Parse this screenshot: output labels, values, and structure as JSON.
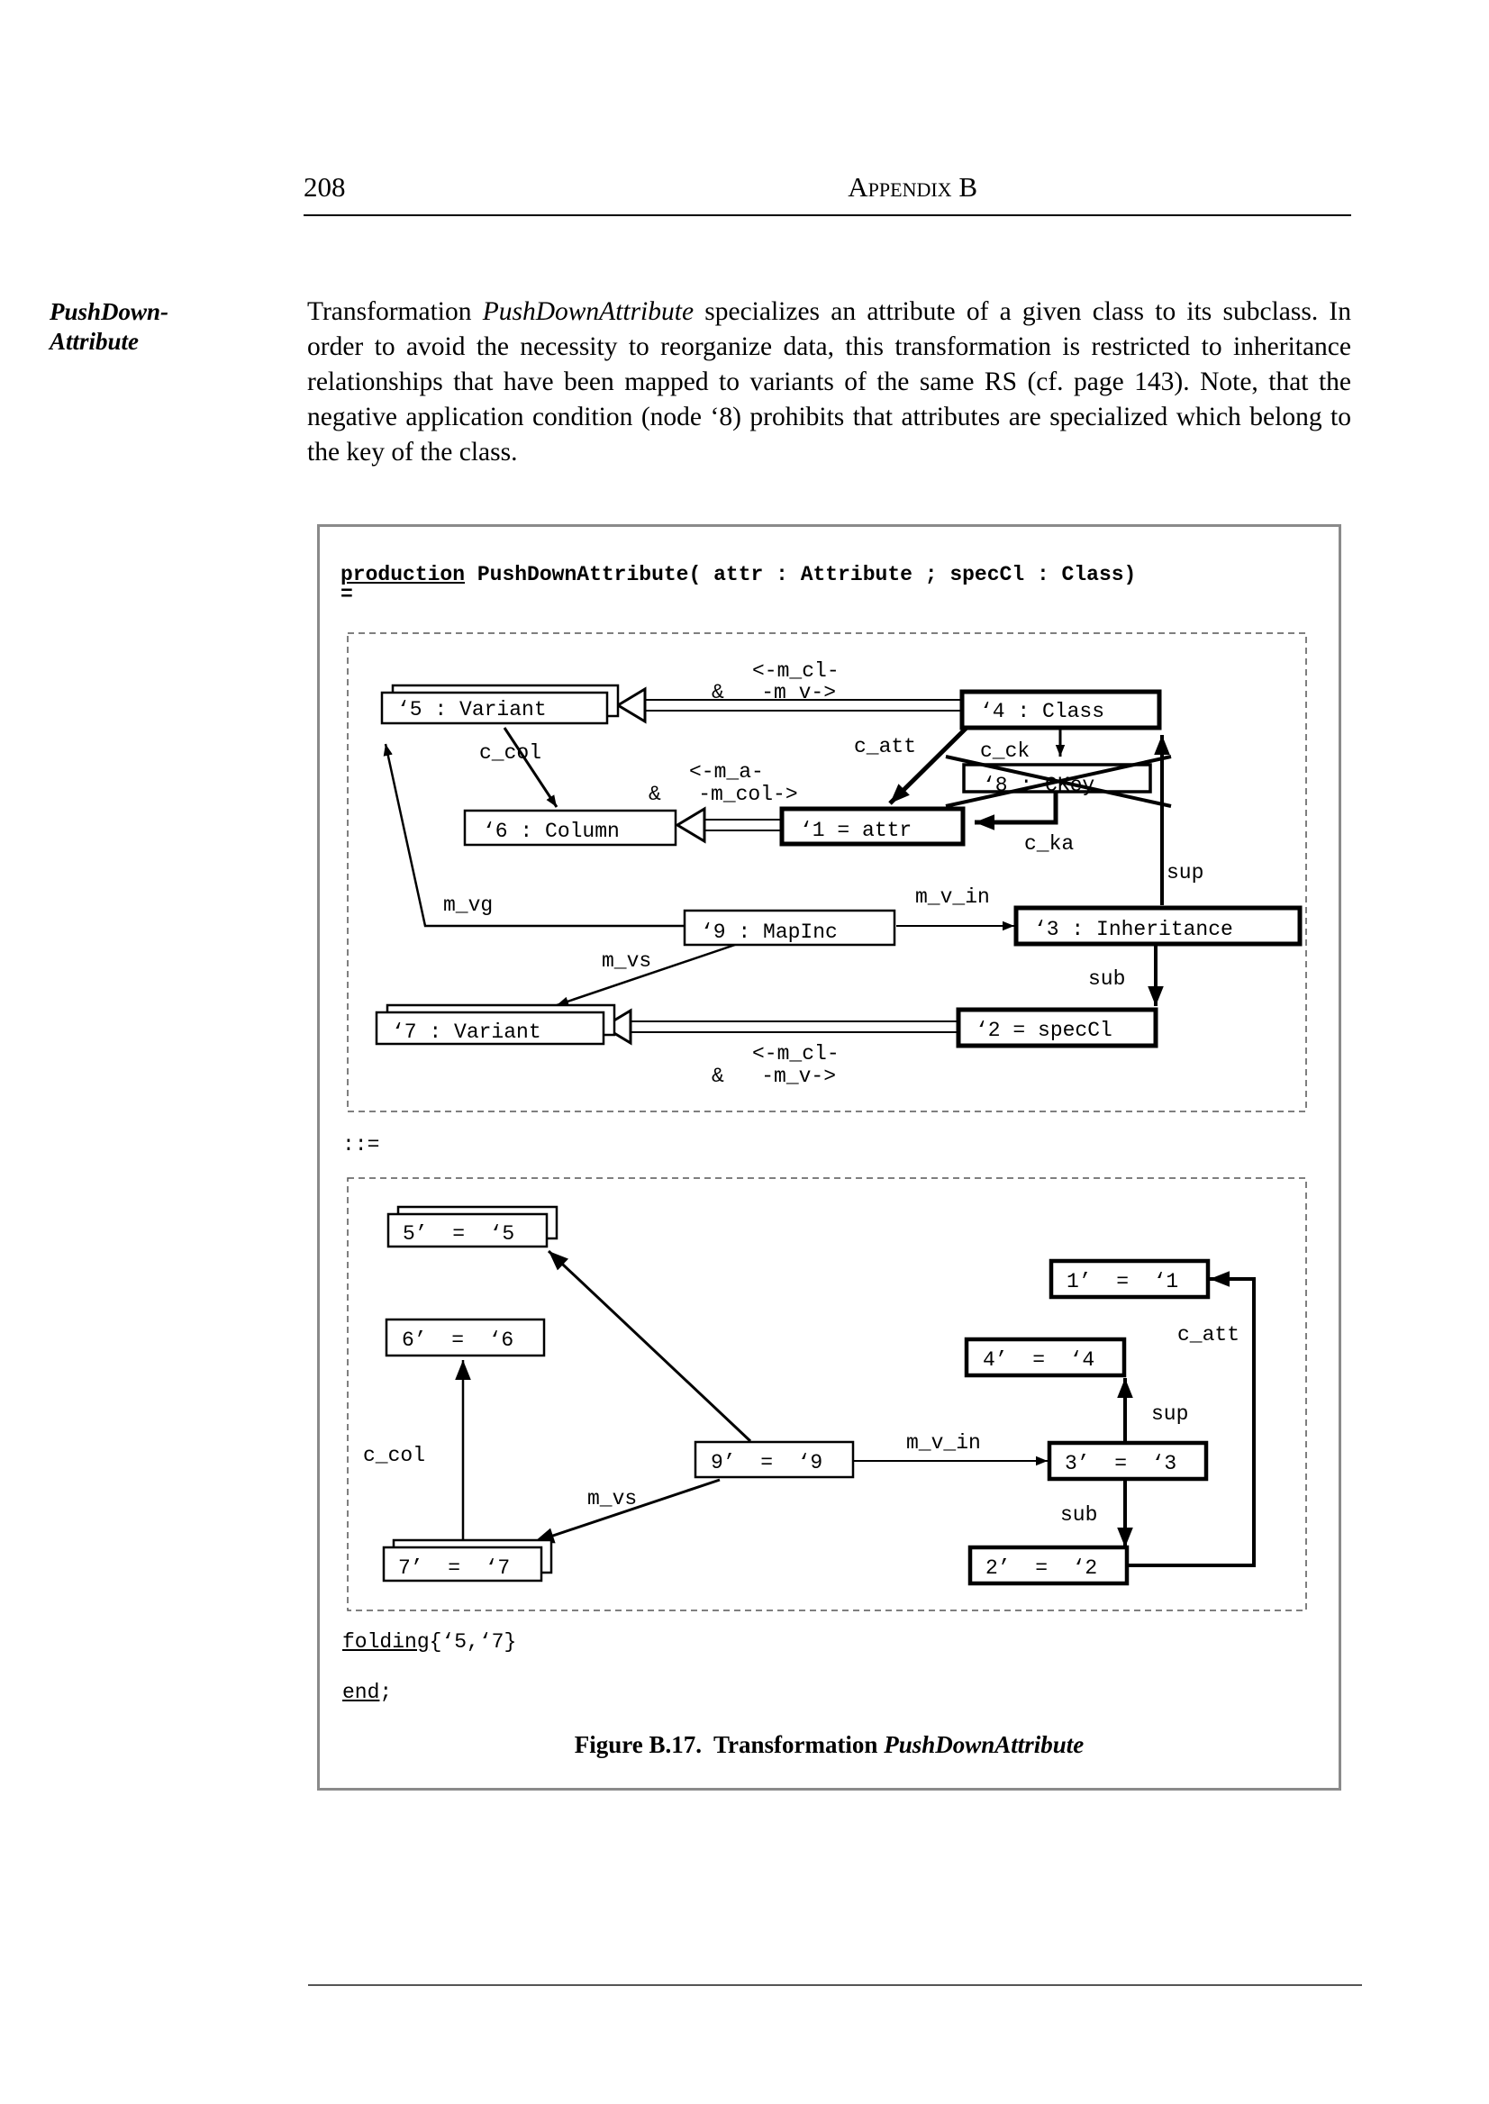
{
  "header": {
    "page_number": "208",
    "running_head": "Appendix B"
  },
  "margin_note": {
    "line1": "PushDown-",
    "line2": "Attribute"
  },
  "body": {
    "t1": "Transformation ",
    "t2": "PushDownAttribute",
    "t3": " specializes an attribute of a given class to its subclass. In order to avoid the necessity to reorganize data, this transformation is restricted to inheritance relationships that have been mapped to variants of the same RS (cf. page 143). Note, that the negative application condition (node ‘8) prohibits that attributes are specialized which belong to the key of the class."
  },
  "figure": {
    "production_kw": "production",
    "signature": "PushDownAttribute( attr : Attribute ; specCl : Class)",
    "equals": "=",
    "rewrite_sep": "::=",
    "lhs": {
      "nodes": {
        "n5": "‘5  : Variant",
        "n4": "‘4  : Class",
        "n8": "‘8  : CKey",
        "n6": "‘6  : Column",
        "n1": "‘1  = attr",
        "n9": "‘9  : MapInc",
        "n3": "‘3  : Inheritance",
        "n7": "‘7  : Variant",
        "n2": "‘2  = specCl"
      },
      "labels": {
        "top_ml1": "<-m_cl-",
        "top_ml2": "&   -m_v->",
        "c_col": "c_col",
        "c_att": "c_att",
        "c_ck": "c_ck",
        "ma1": "<-m_a-",
        "ma2": "&   -m_col->",
        "c_ka": "c_ka",
        "sup": "sup",
        "m_vg": "m_vg",
        "m_v_in": "m_v_in",
        "m_vs": "m_vs",
        "sub": "sub",
        "bot_ml1": "<-m_cl-",
        "bot_ml2": "&   -m_v->"
      }
    },
    "rhs": {
      "nodes": {
        "n5": "5’  =  ‘5",
        "n1": "1’  =  ‘1",
        "n6": "6’  =  ‘6",
        "n4": "4’  =  ‘4",
        "n9": "9’  =  ‘9",
        "n3": "3’  =  ‘3",
        "n7": "7’  =  ‘7",
        "n2": "2’  =  ‘2"
      },
      "labels": {
        "c_att": "c_att",
        "sup": "sup",
        "c_col": "c_col",
        "m_v_in": "m_v_in",
        "m_vs": "m_vs",
        "sub": "sub"
      }
    },
    "folding_kw": "folding",
    "folding_args": "{‘5,‘7}",
    "end_kw": "end",
    "end_semicolon": ";",
    "caption_prefix": "Figure B.17.  Transformation ",
    "caption_name": "PushDownAttribute"
  }
}
